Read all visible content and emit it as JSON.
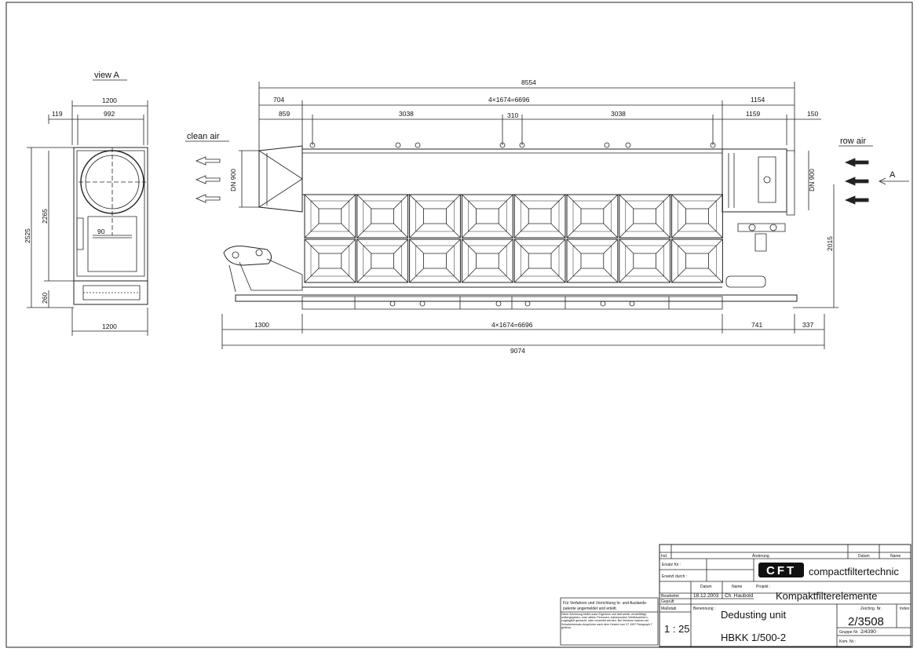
{
  "drawing": {
    "view_a_label": "view A",
    "clean_air_label": "clean air",
    "raw_air_label": "row air",
    "arrow_a_label": "A",
    "dn_left": "DN 900",
    "dn_right": "DN 900",
    "side_dims": {
      "width_top": "1200",
      "width_inner": "992",
      "offset": "119",
      "height_total": "2525",
      "height_inner": "2265",
      "base_height": "260",
      "width_bottom": "1200",
      "small": "90"
    },
    "front_dims": {
      "overall": "8554",
      "left_top": "704",
      "mid_top": "4×1674=6696",
      "right_top": "1154",
      "left_2": "859",
      "seg_a": "3038",
      "seg_b": "310",
      "seg_c": "3038",
      "right_2": "1159",
      "edge_right": "150",
      "height_right": "2015",
      "bottom_left": "1300",
      "bottom_mid": "4×1674=6696",
      "bottom_right_a": "741",
      "bottom_right_b": "337",
      "bottom_total": "9074"
    }
  },
  "title_block": {
    "notice_line1": "Für Verfahren und Vorrichtung In- und Auslands-",
    "notice_line2": "patente angemeldet und erteilt.",
    "notice_small": "Diese Zeichnung bleibt unser Eigentum und darf weder vervielfältigt, weitergegeben, noch dritten Personen, insbesondere Wettbewerbern, zugänglich gemacht, oder verwertet werden. Bei Verstoss machen wir Schadensersatz-Ansprüche nach dem Gesetz vom 07.1957 Paragraph 7 geltend.",
    "ind": "Ind.",
    "aenderung": "Änderung",
    "datum_h": "Datum",
    "name_h": "Name",
    "ersatz_fuer": "Ersatz für :",
    "ersetzt_durch": "Ersetzt durch :",
    "logo_text": "CFT",
    "company": "compactfiltertechnic",
    "datum_col": "Datum",
    "name_col": "Name",
    "projekt_label": "Projekt :",
    "project_name": "Kompaktfilterelemente",
    "bearbeitet": "Bearbeitet",
    "date_value": "18.12.2003",
    "author": "Ch. Haubold",
    "geprueft": "Geprüft",
    "massstab": "Maßstab",
    "benennung_label": "Benennung :",
    "title": "Dedusting unit",
    "scale": "1 : 25",
    "model": "HBKK 1/500-2",
    "zeichnung_nr_label": "Zeichng. Nr.",
    "index_label": "Index",
    "drawing_number": "2/3508",
    "gruppe_label": "Gruppe Nr.",
    "gruppe_value": "2/4390",
    "kom_label": "Kom. Nr.:"
  }
}
